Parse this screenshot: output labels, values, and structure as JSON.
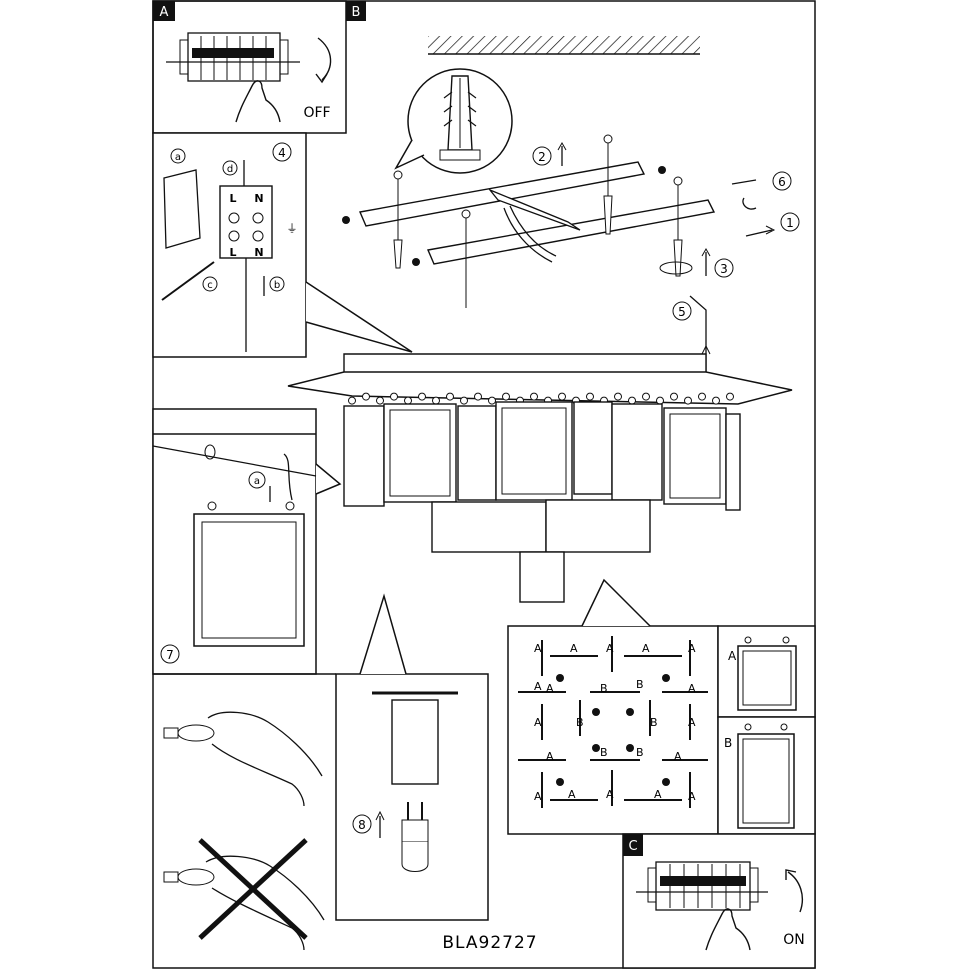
{
  "sheet": {
    "product_code": "BLA92727"
  },
  "panels": {
    "a": {
      "tag": "A",
      "action_label": "OFF"
    },
    "b": {
      "tag": "B"
    },
    "c": {
      "tag": "C",
      "action_label": "ON"
    }
  },
  "steps": {
    "s1": "1",
    "s2": "2",
    "s3": "3",
    "s4": "4",
    "s5": "5",
    "s6": "6",
    "s7": "7",
    "s8": "8"
  },
  "wiring": {
    "sub_a": "a",
    "sub_b": "b",
    "sub_c": "c",
    "sub_d": "d",
    "terminal_l": "L",
    "terminal_n": "N",
    "ground_symbol": "⏚"
  },
  "hang_detail": {
    "sub_a": "a"
  },
  "glass_types": {
    "type_a": "A",
    "type_b": "B"
  },
  "icons": {
    "warning": "cross-out-icon",
    "anchor": "wall-plug-icon",
    "bulb": "g9-halogen-bulb-icon"
  }
}
